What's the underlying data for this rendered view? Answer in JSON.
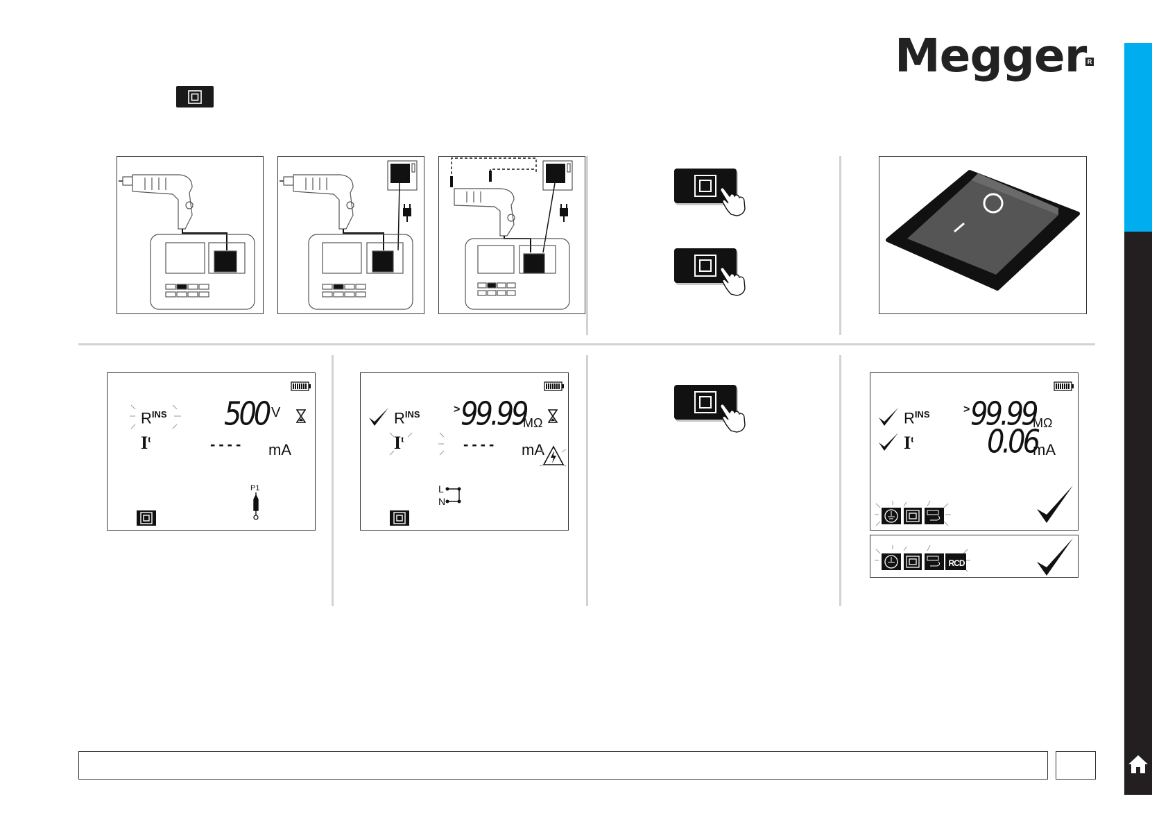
{
  "brand": {
    "logo_text": "Megger",
    "registered_mark": "R"
  },
  "header": {
    "icon": "class-ii-icon"
  },
  "side_tab": {
    "accent_color": "#00aeef",
    "bar_color": "#231f20",
    "home_icon": "home-icon"
  },
  "lcd_initial": {
    "rins_label": "R",
    "rins_sub": "INS",
    "it_label": "I",
    "it_sup": "t",
    "voltage_value": "500",
    "voltage_unit": "V",
    "current_value": "----",
    "current_unit": "mA",
    "probe_label": "P1"
  },
  "lcd_measuring": {
    "rins_label": "R",
    "rins_sub": "INS",
    "it_label": "I",
    "it_sup": "t",
    "resistance_prefix": ">",
    "resistance_value": "99.99",
    "resistance_unit": "MΩ",
    "current_value": "----",
    "current_unit": "mA",
    "l_label": "L",
    "n_label": "N"
  },
  "lcd_result": {
    "rins_label": "R",
    "rins_sub": "INS",
    "it_label": "I",
    "it_sup": "t",
    "resistance_prefix": ">",
    "resistance_value": "99.99",
    "resistance_unit": "MΩ",
    "current_value": "0.06",
    "current_unit": "mA",
    "rcd_label": "RCD"
  },
  "footer": {
    "text": "",
    "page_number": ""
  }
}
